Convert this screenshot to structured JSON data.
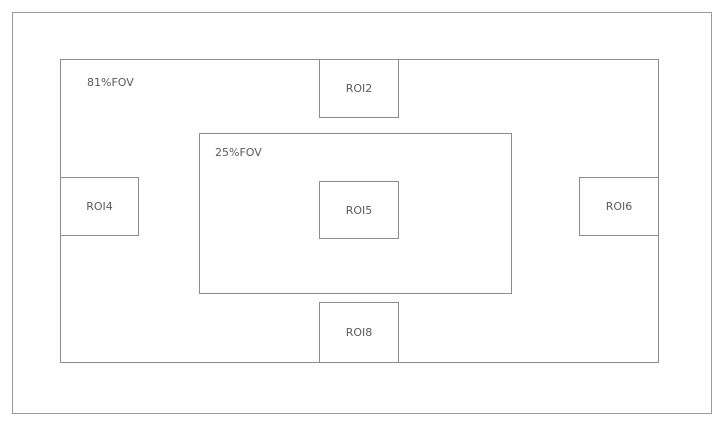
{
  "fov_outer": {
    "label": "81%FOV"
  },
  "fov_inner": {
    "label": "25%FOV"
  },
  "rois": {
    "roi2": "ROI2",
    "roi4": "ROI4",
    "roi5": "ROI5",
    "roi6": "ROI6",
    "roi8": "ROI8"
  },
  "colors": {
    "border": "#8c8c8c",
    "text": "#5a5a5a"
  }
}
